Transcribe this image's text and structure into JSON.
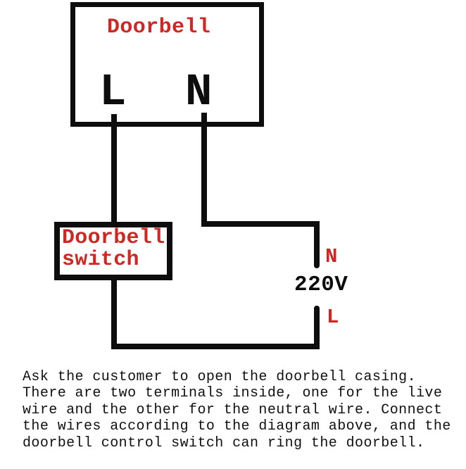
{
  "colors": {
    "wire_black": "#0d0d0d",
    "label_red": "#cd2823",
    "background": "#ffffff"
  },
  "doorbell_box": {
    "title": "Doorbell",
    "terminal_live": "L",
    "terminal_neutral": "N"
  },
  "switch_box": {
    "line1": "Doorbell",
    "line2": "switch"
  },
  "supply": {
    "neutral_label": "N",
    "voltage": "220V",
    "live_label": "L"
  },
  "caption": {
    "text": "Ask the customer to open the doorbell casing.\nThere are two terminals inside, one for the live\nwire and the other for the neutral wire. Connect\nthe wires according to the diagram above, and the\ndoorbell control switch can ring the doorbell."
  }
}
